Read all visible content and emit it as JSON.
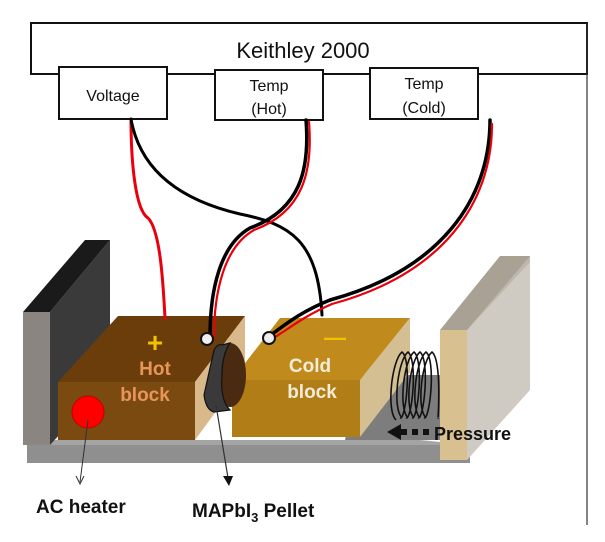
{
  "instrument": {
    "title": "Keithley 2000",
    "channels": [
      {
        "label_line1": "Voltage",
        "label_line2": ""
      },
      {
        "label_line1": "Temp",
        "label_line2": "(Hot)"
      },
      {
        "label_line1": "Temp",
        "label_line2": "(Cold)"
      }
    ]
  },
  "apparatus": {
    "hot_block": {
      "line1": "Hot",
      "line2": "block",
      "polarity": "+"
    },
    "cold_block": {
      "line1": "Cold",
      "line2": "block",
      "polarity": "—"
    },
    "pressure_label": "Pressure"
  },
  "callouts": {
    "heater": "AC heater",
    "pellet_main": "MAPbI",
    "pellet_sub": "3",
    "pellet_tail": " Pellet"
  },
  "colors": {
    "wire_red": "#e8000b",
    "wire_black": "#000000",
    "hot_block": "#7a4a10",
    "cold_block": "#b07d16",
    "polarity": "#f2c200",
    "heater": "#ff0000"
  }
}
